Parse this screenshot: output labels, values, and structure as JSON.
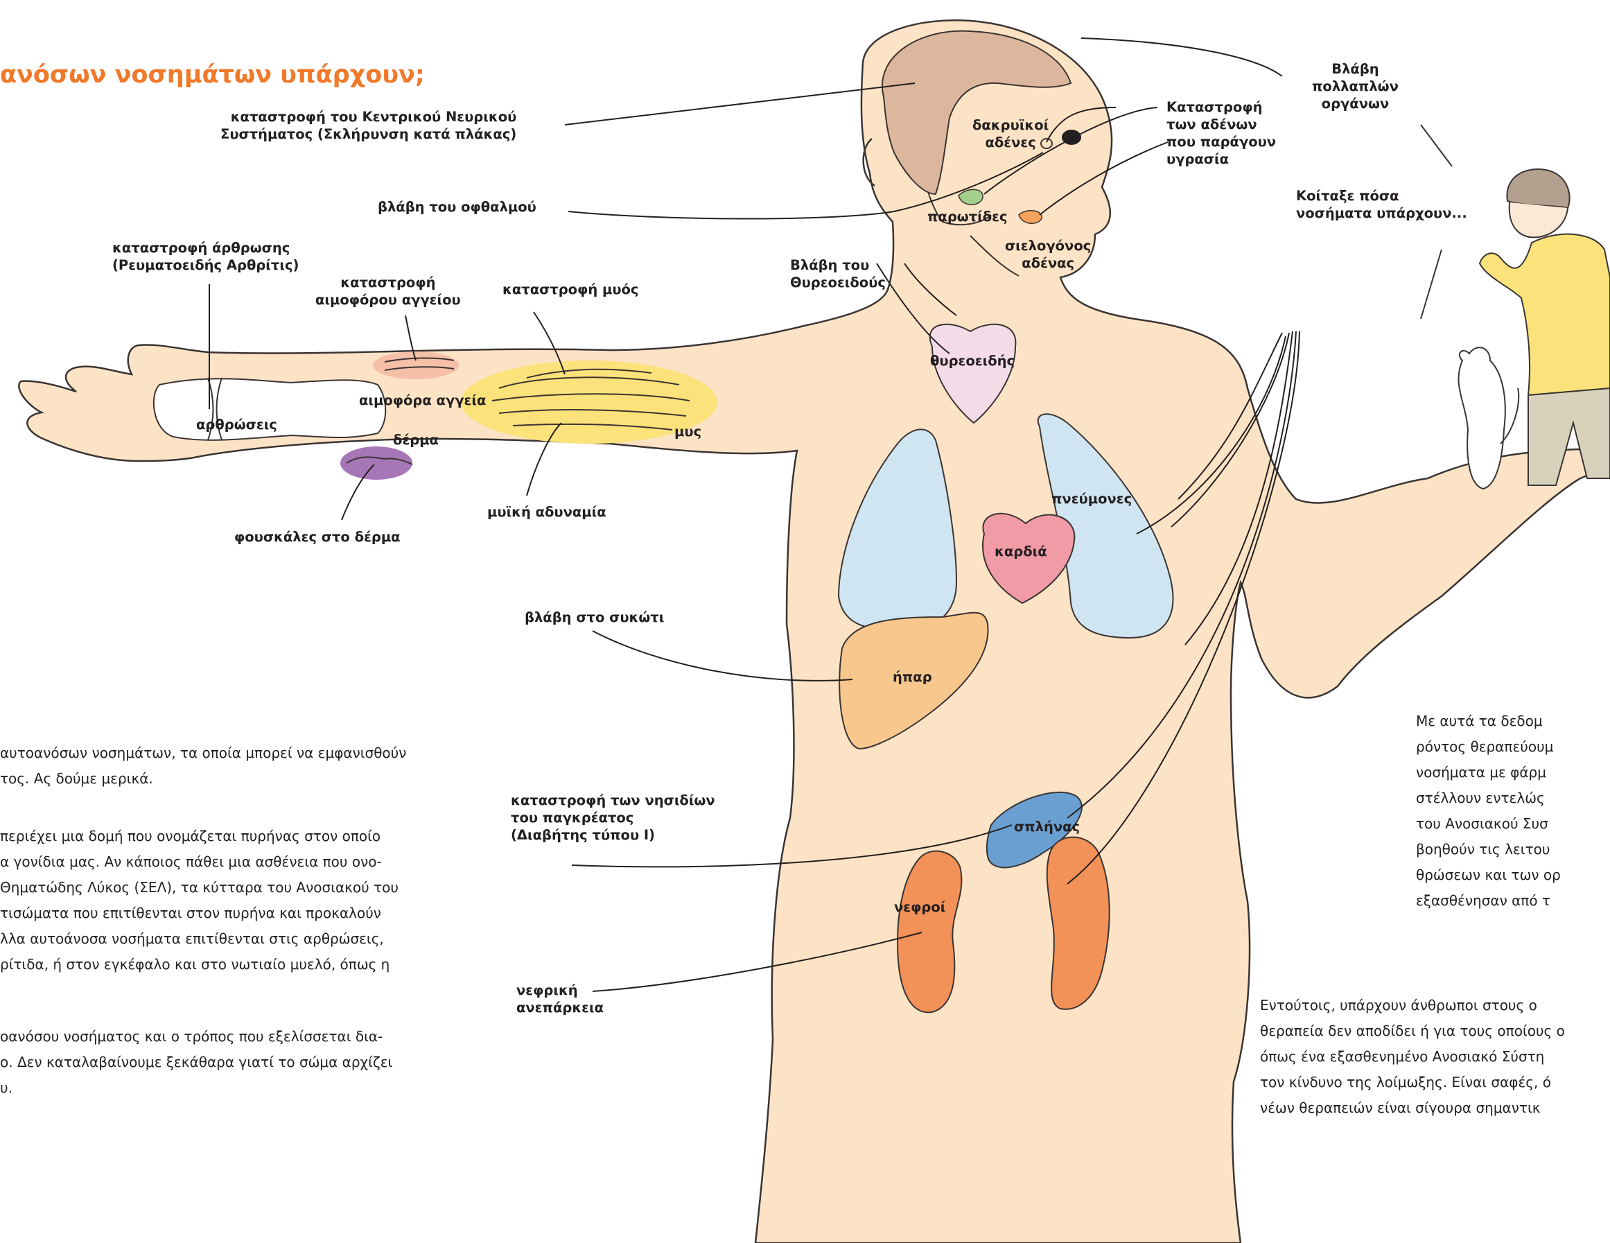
{
  "colors": {
    "title": "#f0792a",
    "skin": "#fce3c6",
    "brain": "#dcb79d",
    "thyroid": "#f3dbe8",
    "lungs": "#cfe6f2",
    "heart": "#f19ba7",
    "liver": "#f7c78e",
    "spleen": "#6a9fd2",
    "kidneys": "#f29158",
    "muscle": "#fbe27a",
    "vessel": "#f6bfa8",
    "blister": "#a676b7",
    "parotid": "#a4d08b",
    "sublingual": "#f7a35d",
    "outline": "#3a3433"
  },
  "title": "ανόσων νοσημάτων υπάρχουν;",
  "labels": {
    "cns_damage": "καταστροφή του Κεντρικού Νευρικού\nΣυστήματος (Σκλήρυνση κατά πλάκας)",
    "eye_damage": "βλάβη του οφθαλμού",
    "joint_damage": "καταστροφή άρθρωσης\n(Ρευματοειδής Αρθρίτις)",
    "vessel_damage": "καταστροφή\nαιμοφόρου αγγείου",
    "muscle_damage": "καταστροφή μυός",
    "blood_vessels": "αιμοφόρα αγγεία",
    "joints": "αρθρώσεις",
    "skin": "δέρμα",
    "muscle": "μυς",
    "blisters": "φουσκάλες στο δέρμα",
    "muscle_weakness": "μυϊκή αδυναμία",
    "tear_glands": "δακρυϊκοί\nαδένες",
    "parotids": "παρωτίδες",
    "salivary_gland": "σιελογόνος\nαδένας",
    "gland_destruction": "Καταστροφή\nτων αδένων\nπου παράγουν\nυγρασία",
    "thyroid_damage": "Βλάβη του\nΘυρεοειδούς",
    "thyroid": "θυρεοειδής",
    "lungs": "πνεύμονες",
    "heart": "καρδιά",
    "liver_damage": "βλάβη στο συκώτι",
    "liver": "ήπαρ",
    "pancreas_damage": "καταστροφή των νησιδίων\nτου παγκρέατος\n(Διαβήτης τύπου Ι)",
    "spleen": "σπλήνας",
    "kidneys": "νεφροί",
    "renal_failure": "νεφρική\nανεπάρκεια",
    "multi_organ": "Βλάβη\nπολλαπλών\nοργάνων",
    "speech": "Κοίταξε πόσα\nνοσήματα υπάρχουν..."
  },
  "text": {
    "left_paragraphs": [
      "αυτοανόσων νοσημάτων, τα οποία μπορεί να εμφανισθούν\nτος. Ας δούμε μερικά.",
      "περιέχει μια δομή που ονομάζεται πυρήνας στον οποίο\nα γονίδια μας. Αν κάποιος πάθει μια ασθένεια που ονο-\nΘηματώδης Λύκος (ΣΕΛ), τα κύτταρα του Ανοσιακού του\nτισώματα που επιτίθενται στον πυρήνα και προκαλούν\nλλα αυτοάνοσα νοσήματα επιτίθενται στις αρθρώσεις,\nρίτιδα, ή στον εγκέφαλο και στο νωτιαίο μυελό, όπως η",
      "οανόσου νοσήματος και ο τρόπος που εξελίσσεται δια-\nο. Δεν καταλαβαίνουμε ξεκάθαρα γιατί το σώμα αρχίζει\nυ."
    ],
    "right_paragraphs": [
      "Με αυτά τα δεδομ\nρόντος θεραπεύουμ\nνοσήματα με φάρμ\nστέλλουν εντελώς \nτου Ανοσιακού Συσ\nβοηθούν τις λειτου\nθρώσεων και των ορ\nεξασθένησαν από τ",
      "Εντούτοις, υπάρχουν άνθρωποι στους ο\nθεραπεία δεν αποδίδει ή για τους οποίους ο\nόπως ένα εξασθενημένο Ανοσιακό Σύστη\nτον κίνδυνο της λοίμωξης. Είναι σαφές, ό\nνέων θεραπειών είναι σίγουρα σημαντικ"
    ]
  }
}
